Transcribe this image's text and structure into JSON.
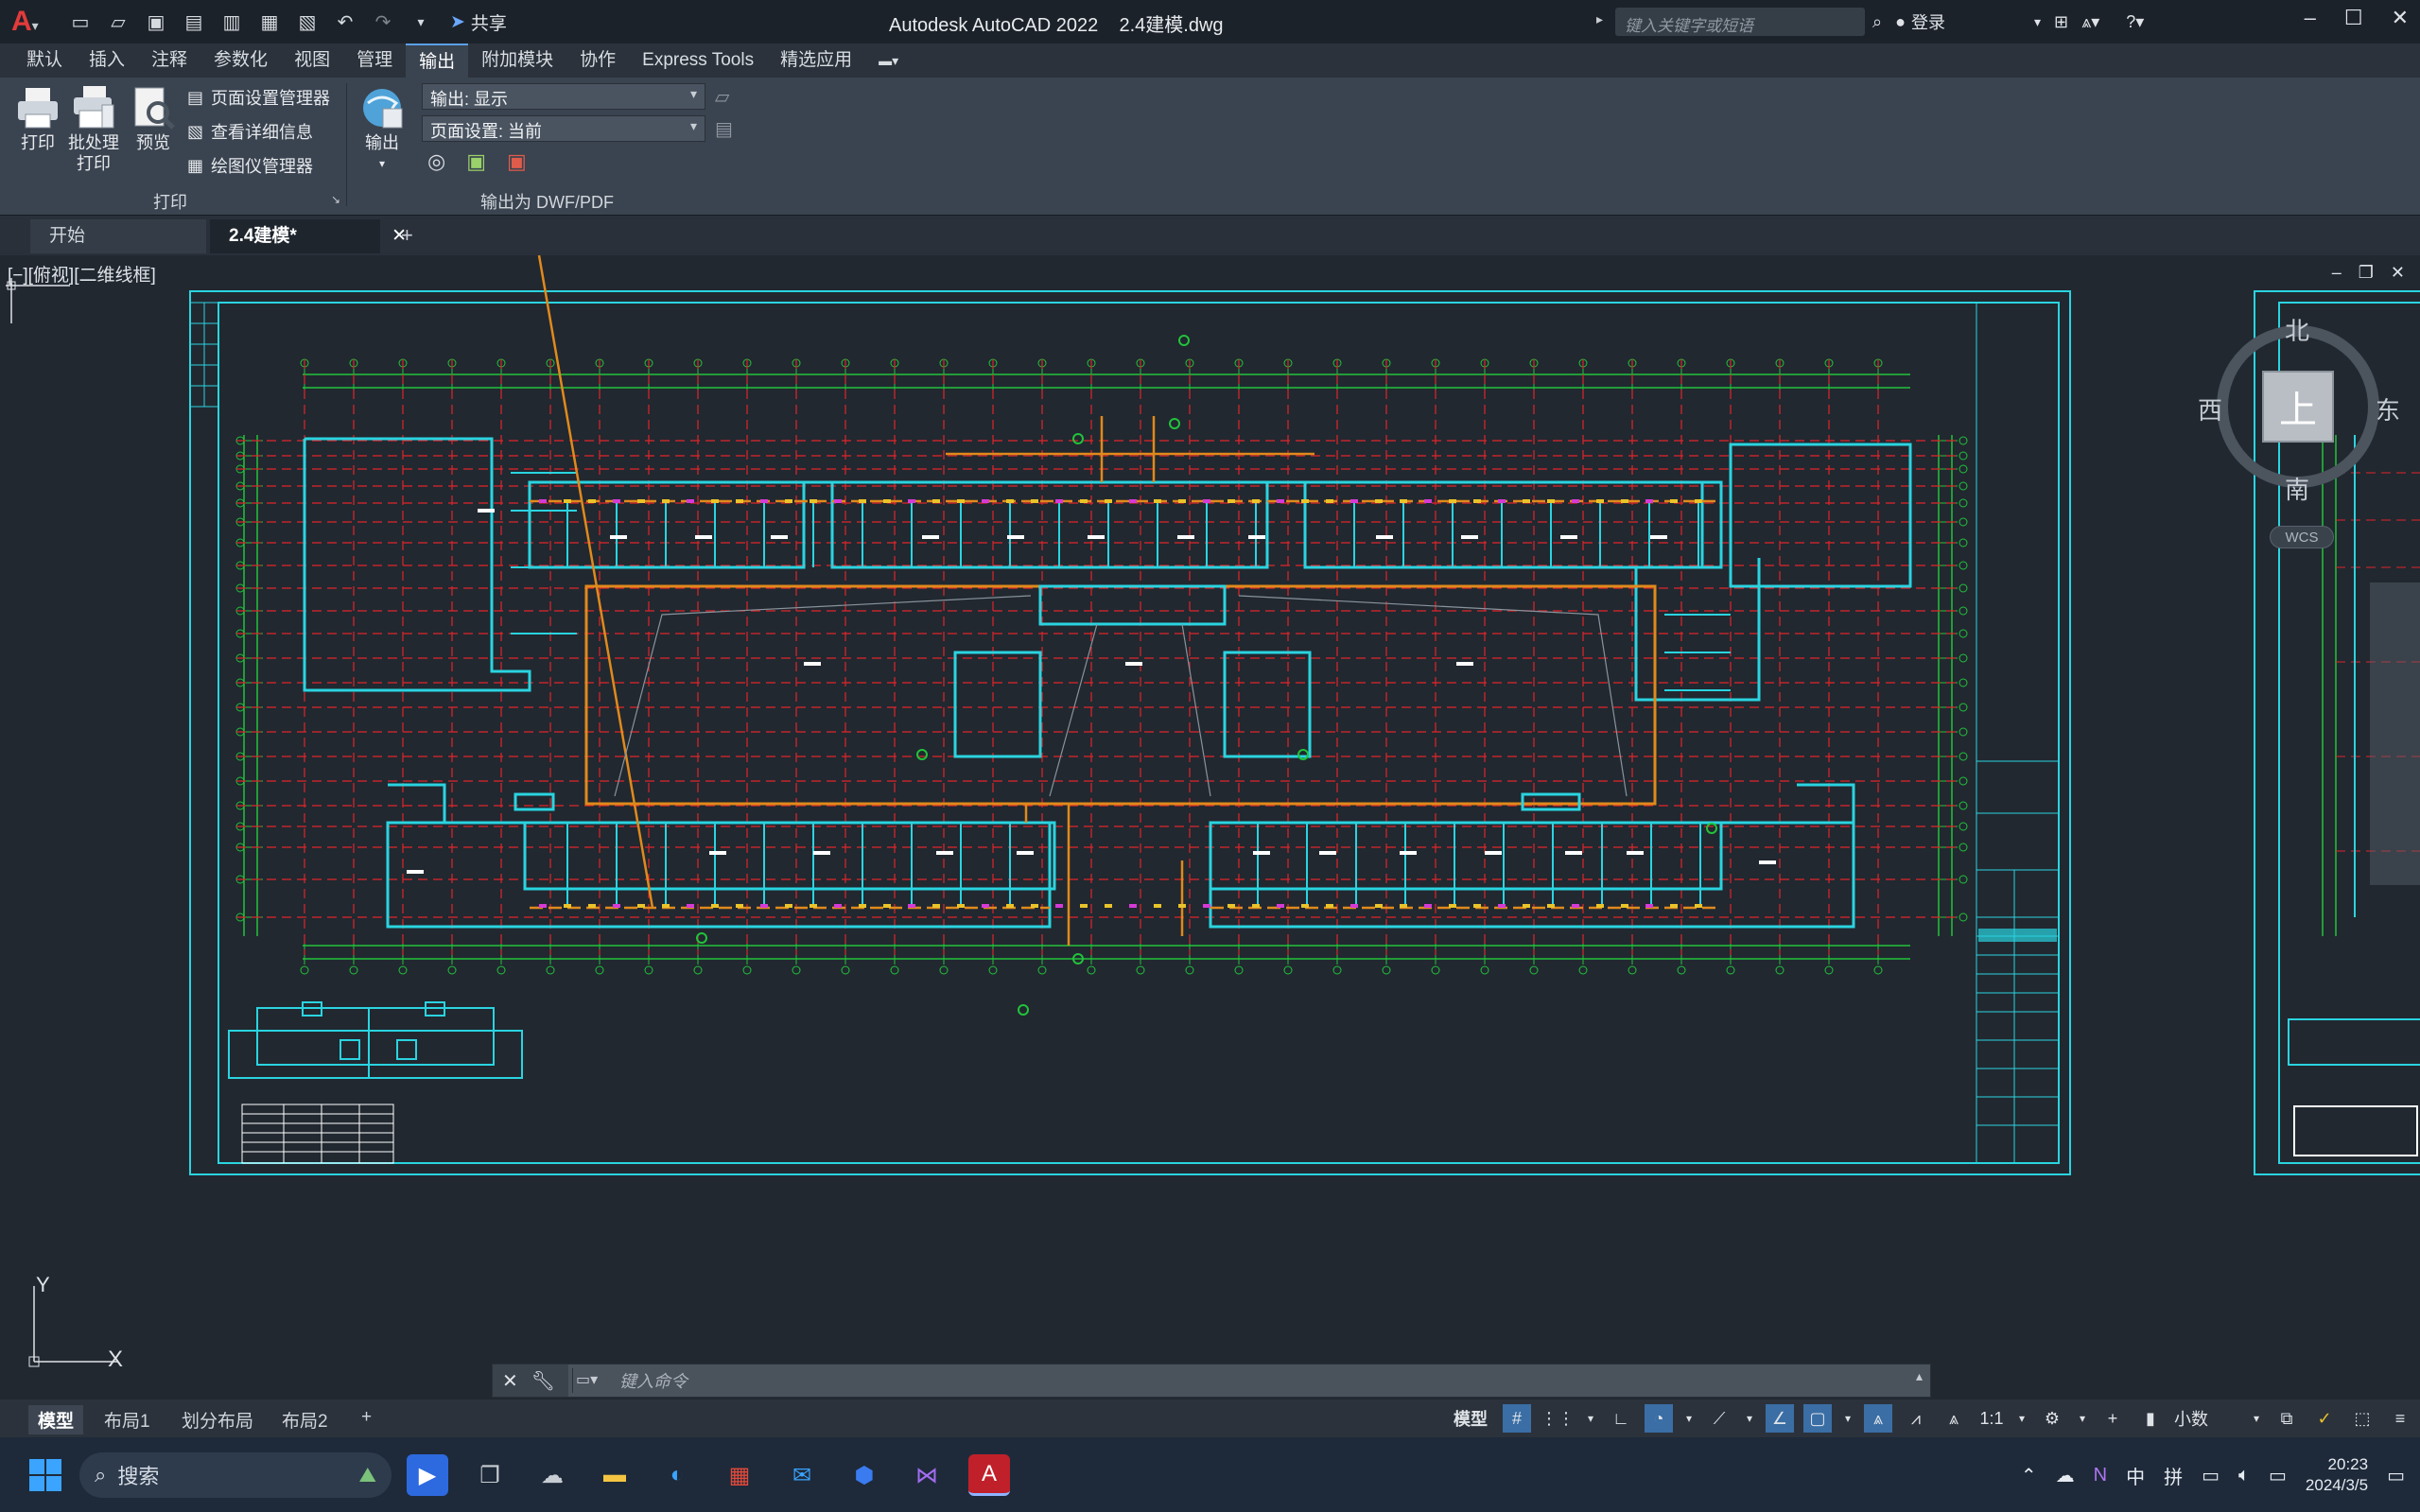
{
  "titlebar": {
    "share_label": "共享",
    "app_name": "Autodesk AutoCAD 2022",
    "file_name": "2.4建模.dwg",
    "search_placeholder": "键入关键字或短语",
    "signin_label": "登录"
  },
  "ribbon_tabs": [
    "默认",
    "插入",
    "注释",
    "参数化",
    "视图",
    "管理",
    "输出",
    "附加模块",
    "协作",
    "Express Tools",
    "精选应用"
  ],
  "ribbon_active_tab": "输出",
  "ribbon": {
    "print_label": "打印",
    "batch_print_label_1": "批处理",
    "batch_print_label_2": "打印",
    "preview_label": "预览",
    "page_setup_manager": "页面设置管理器",
    "view_details": "查看详细信息",
    "plotter_manager": "绘图仪管理器",
    "print_panel_title": "打印",
    "export_label": "输出",
    "output_select": "输出: 显示",
    "page_setup_select": "页面设置: 当前",
    "export_panel_title": "输出为 DWF/PDF"
  },
  "file_tabs": {
    "start": "开始",
    "active": "2.4建模*"
  },
  "viewport": {
    "label": "[−][俯视][二维线框]"
  },
  "viewcube": {
    "north": "北",
    "south": "南",
    "east": "东",
    "west": "西",
    "top": "上",
    "wcs": "WCS"
  },
  "ucs": {
    "x": "X",
    "y": "Y"
  },
  "command": {
    "placeholder": "键入命令"
  },
  "layout_tabs": [
    "模型",
    "布局1",
    "划分布局",
    "布局2"
  ],
  "status": {
    "model_label": "模型",
    "scale": "1:1",
    "units": "小数"
  },
  "taskbar": {
    "search_label": "搜索",
    "ime_lang": "中",
    "ime_mode": "拼",
    "time": "20:23",
    "date": "2024/3/5"
  },
  "colors": {
    "frame": "#2ad4e0",
    "axis_grid": "#e0242a",
    "dims": "#22c33a",
    "walls": "#2ad4e0",
    "corridor": "#e08a1c"
  }
}
